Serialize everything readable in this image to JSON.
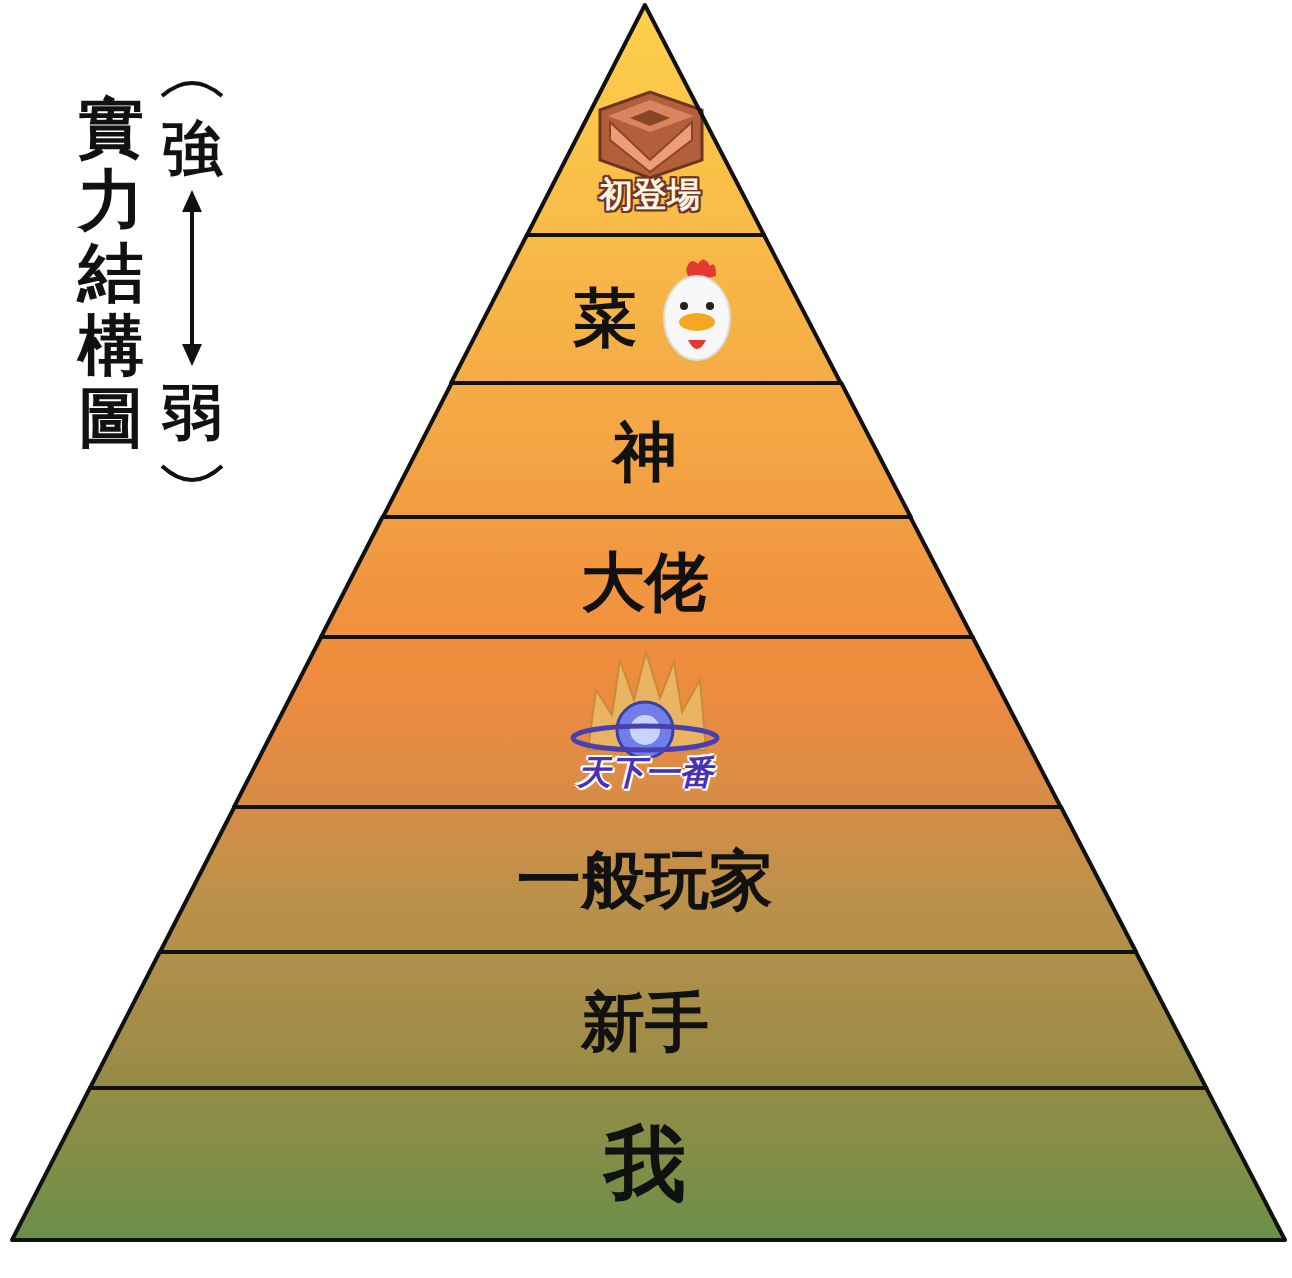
{
  "diagram": {
    "title": "實力結構圖",
    "nodes": [
      {
        "text": [
          "初登場"
        ]
      },
      {
        "text": [
          "菜"
        ]
      },
      {
        "text": [
          "神"
        ]
      },
      {
        "text": [
          "大佬"
        ]
      },
      {
        "text": [
          "天下一番"
        ]
      },
      {
        "text": [
          "一般玩家"
        ]
      },
      {
        "text": [
          "新手"
        ]
      },
      {
        "text": [
          "我"
        ]
      }
    ],
    "labels": [
      "強",
      "弱"
    ]
  }
}
